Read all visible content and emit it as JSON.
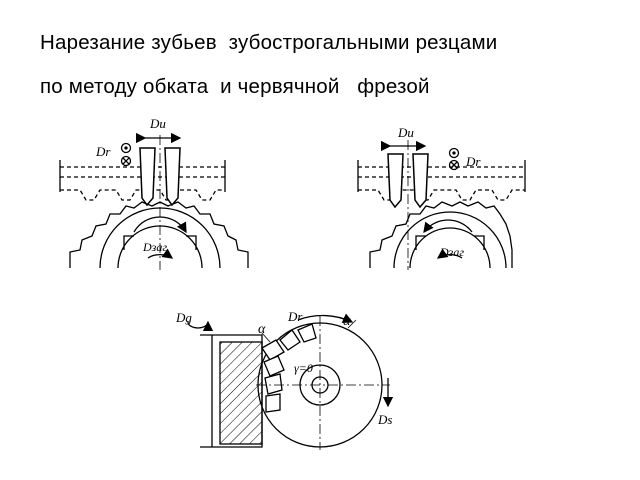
{
  "slide": {
    "title_line1": "Нарезание зубьев  зубострогальными резцами",
    "title_line2": "по методу обката  и червячной   фрезой"
  },
  "figure_left": {
    "label_du": "Dи",
    "label_dr": "Dr",
    "label_dzag": "Dзаг"
  },
  "figure_right": {
    "label_du": "Dи",
    "label_dr": "Dr",
    "label_dzag": "Dзаг"
  },
  "figure_hob": {
    "label_dg": "Dg",
    "label_alpha_left": "α",
    "label_dr": "Dr",
    "label_alpha_right": "α",
    "label_gamma": "γ=0",
    "label_ds": "Ds"
  }
}
